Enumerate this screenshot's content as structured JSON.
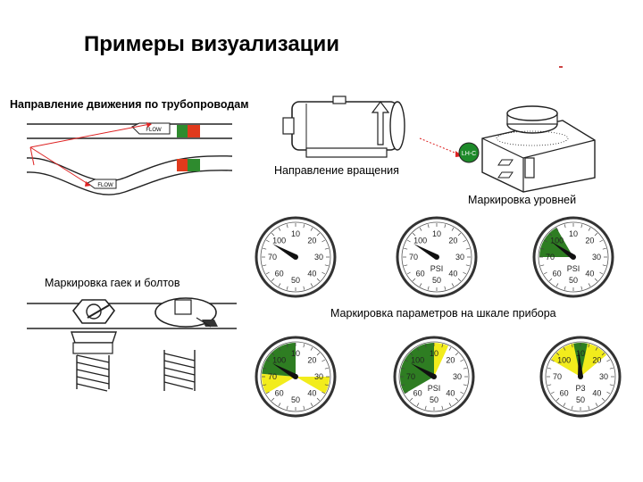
{
  "slide": {
    "title": "Примеры визуализации",
    "captions": {
      "pipes": "Направление движения по трубопроводам",
      "rotation": "Направление вращения",
      "levels": "Маркировка уровней",
      "nuts": "Маркировка гаек и болтов",
      "gauge_params": "Маркировка параметров на шкале прибора"
    }
  },
  "pipes": {
    "flow_label": "FLOW"
  },
  "level_panel": {
    "badge": "LH-C"
  },
  "gauges": {
    "scale_labels": [
      "10",
      "20",
      "30",
      "40",
      "50",
      "60",
      "70",
      "100"
    ],
    "unit": "PSI",
    "unit_variant": "P3",
    "colors": {
      "green": "#2e7d22",
      "yellow": "#f2ec1c"
    }
  }
}
